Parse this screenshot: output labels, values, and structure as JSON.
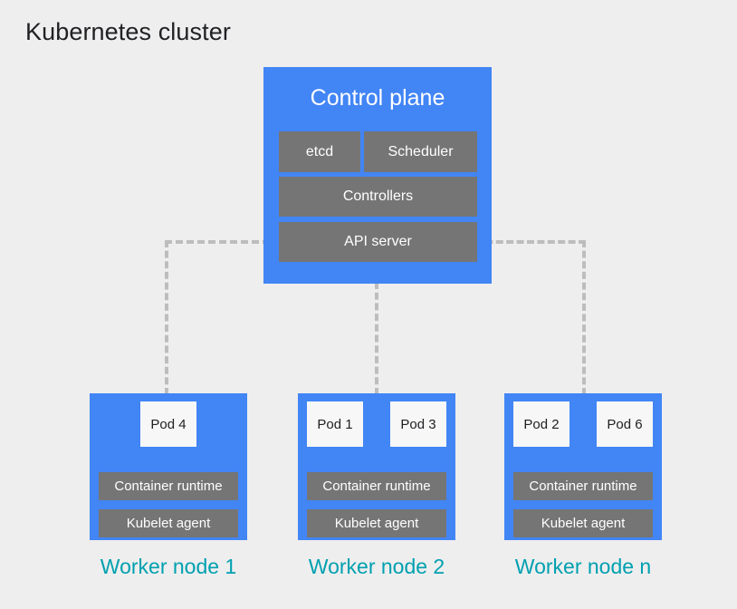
{
  "diagram": {
    "title": "Kubernetes cluster",
    "background_color": "#eeeeee",
    "accent_blue": "#4285f5",
    "chip_gray": "#757575",
    "caption_teal": "#00a0b0",
    "connector_gray": "#bdbdbd"
  },
  "control_plane": {
    "title": "Control plane",
    "components": [
      {
        "label": "etcd"
      },
      {
        "label": "Scheduler"
      },
      {
        "label": "Controllers"
      },
      {
        "label": "API server"
      }
    ]
  },
  "worker_nodes": [
    {
      "caption": "Worker node 1",
      "pods": [
        {
          "label": "Pod 4"
        }
      ],
      "runtime_label": "Container runtime",
      "kubelet_label": "Kubelet agent"
    },
    {
      "caption": "Worker node 2",
      "pods": [
        {
          "label": "Pod 1"
        },
        {
          "label": "Pod 3"
        }
      ],
      "runtime_label": "Container runtime",
      "kubelet_label": "Kubelet agent"
    },
    {
      "caption": "Worker node n",
      "pods": [
        {
          "label": "Pod 2"
        },
        {
          "label": "Pod 6"
        }
      ],
      "runtime_label": "Container runtime",
      "kubelet_label": "Kubelet agent"
    }
  ]
}
